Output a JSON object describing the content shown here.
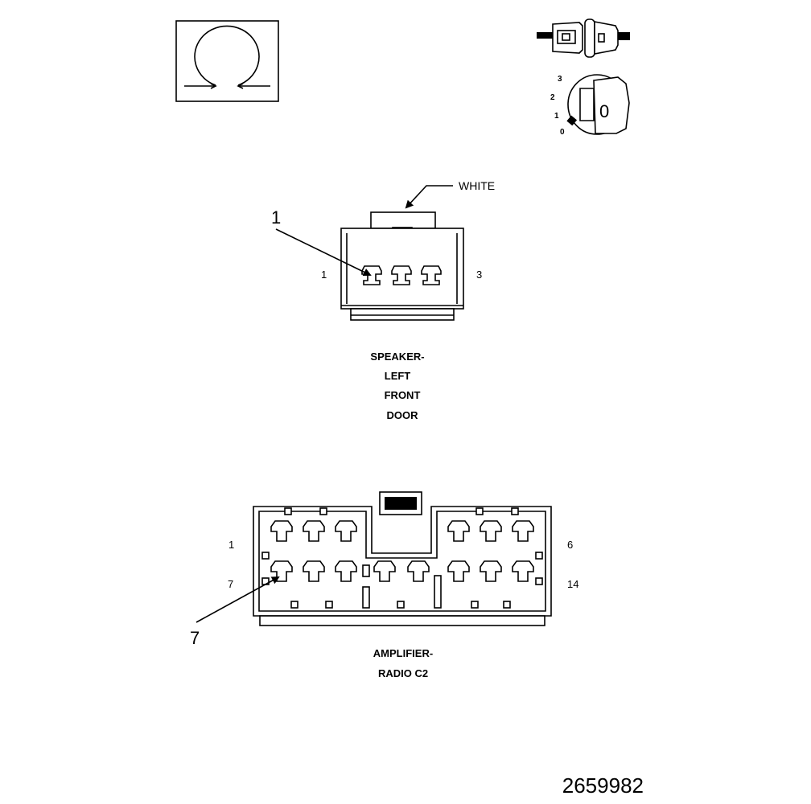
{
  "icons": {
    "ohmmeter": "ohmmeter-omega-icon",
    "connector": "disconnected-connector-icon",
    "ignition": "ignition-key-off-icon"
  },
  "ignition_positions": [
    "3",
    "2",
    "1",
    "0"
  ],
  "ignition_key_label": "0",
  "speaker_connector": {
    "wire_color_label": "WHITE",
    "callout": "1",
    "pin_first": "1",
    "pin_last": "3",
    "title_lines": [
      "SPEAKER-",
      "LEFT",
      "FRONT",
      "DOOR"
    ]
  },
  "amplifier_connector": {
    "callout": "7",
    "pin_row1_first": "1",
    "pin_row1_last": "6",
    "pin_row2_first": "7",
    "pin_row2_last": "14",
    "title_lines": [
      "AMPLIFIER-",
      "RADIO C2"
    ]
  },
  "document_id": "2659982"
}
